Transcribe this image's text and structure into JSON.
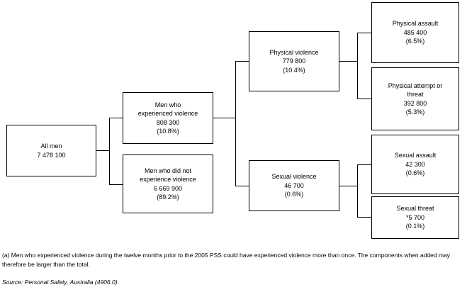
{
  "chart_data": {
    "type": "diagram",
    "title": "Men who experienced violence",
    "nodes": [
      {
        "id": "all-men",
        "label": "All men",
        "value": "7 478 100",
        "percent": ""
      },
      {
        "id": "experienced",
        "label_line1": "Men who",
        "label_line2": "experienced violence",
        "value": "808 300",
        "percent": "(10.8%)"
      },
      {
        "id": "not-experienced",
        "label_line1": "Men who did not",
        "label_line2": "experience violence",
        "value": "6 669 900",
        "percent": "(89.2%)"
      },
      {
        "id": "physical-violence",
        "label": "Physical violence",
        "value": "779 800",
        "percent": "(10.4%)"
      },
      {
        "id": "sexual-violence",
        "label": "Sexual violence",
        "value": "46 700",
        "percent": "(0.6%)"
      },
      {
        "id": "physical-assault",
        "label": "Physical assault",
        "value": "485 400",
        "percent": "(6.5%)"
      },
      {
        "id": "physical-attempt",
        "label_line1": "Physical attempt or",
        "label_line2": "threat",
        "value": "392 800",
        "percent": "(5.3%)"
      },
      {
        "id": "sexual-assault",
        "label": "Sexual assault",
        "value": "42 300",
        "percent": "(0.6%)"
      },
      {
        "id": "sexual-threat",
        "label": "Sexual threat",
        "value": "*5 700",
        "percent": "(0.1%)"
      }
    ],
    "edges": [
      {
        "from": "all-men",
        "to": "experienced"
      },
      {
        "from": "all-men",
        "to": "not-experienced"
      },
      {
        "from": "experienced",
        "to": "physical-violence"
      },
      {
        "from": "experienced",
        "to": "sexual-violence"
      },
      {
        "from": "physical-violence",
        "to": "physical-assault"
      },
      {
        "from": "physical-violence",
        "to": "physical-attempt"
      },
      {
        "from": "sexual-violence",
        "to": "sexual-assault"
      },
      {
        "from": "sexual-violence",
        "to": "sexual-threat"
      }
    ],
    "line_color": "#000000",
    "background_color": "#ffffff"
  },
  "footnotes": {
    "footnote_a": "(a) Men who experienced violence during the twelve months prior to the 2005 PSS could have experienced violence more than once. The components when added may therefore be larger than the total.",
    "source": "Source: Personal Safety, Australia (4906.0)."
  }
}
